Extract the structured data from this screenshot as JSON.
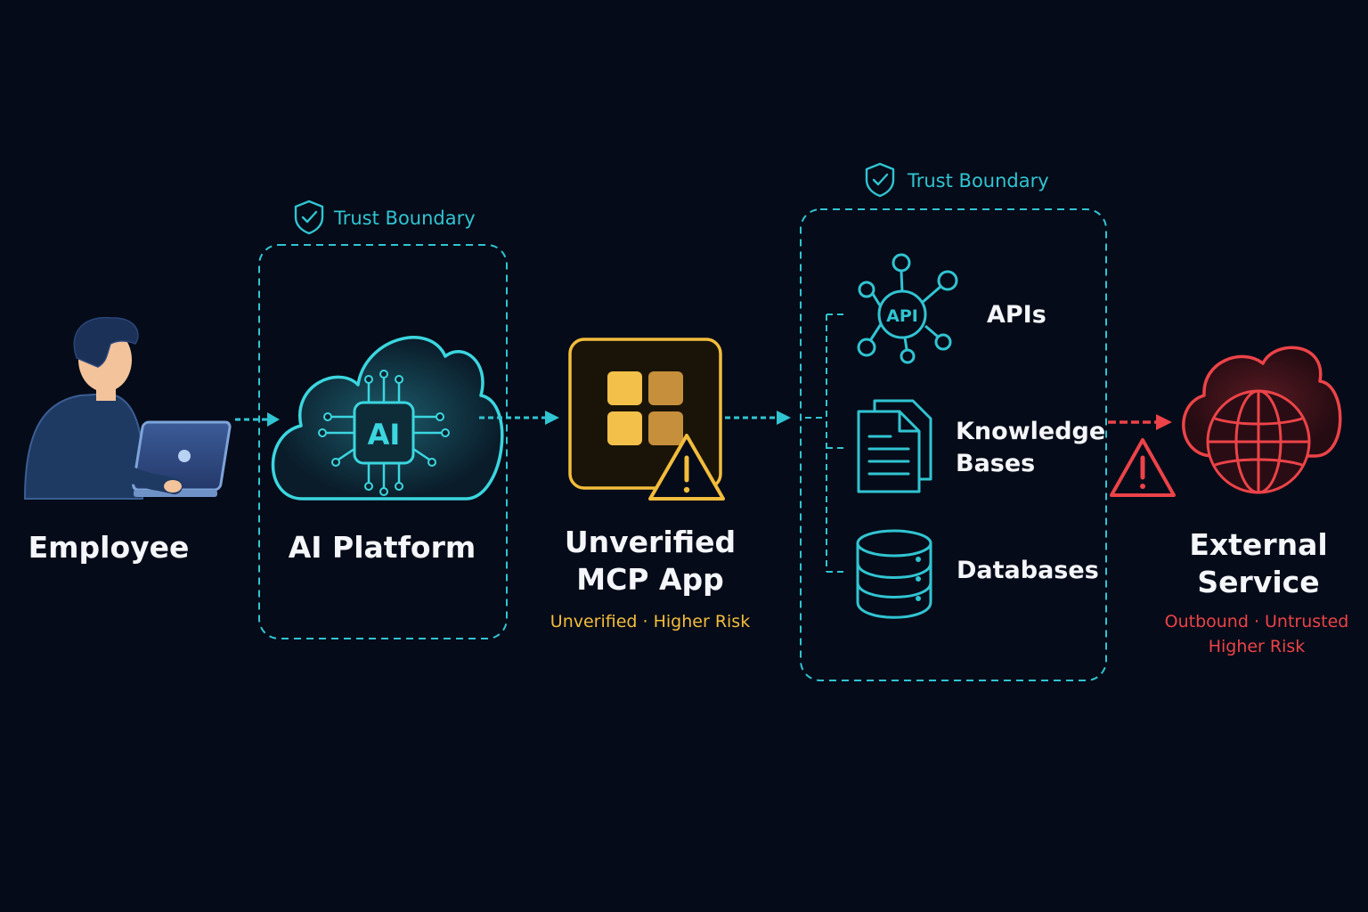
{
  "colors": {
    "background": "#050b18",
    "trust": "#31c4d2",
    "warning": "#f2bd3c",
    "danger": "#ec4348",
    "employee": "#1e3a63"
  },
  "trust_boundary_left": {
    "label": "Trust Boundary",
    "icon": "shield-check-icon"
  },
  "trust_boundary_right": {
    "label": "Trust Boundary",
    "icon": "shield-check-icon"
  },
  "nodes": {
    "employee": {
      "label": "Employee",
      "icon": "person-laptop-icon"
    },
    "ai_platform": {
      "label": "AI Platform",
      "icon": "ai-chip-cloud-icon",
      "chip_text": "AI"
    },
    "mcp_app": {
      "label_line1": "Unverified",
      "label_line2": "MCP App",
      "sublabel": "Unverified · Higher Risk",
      "icon": "app-grid-warning-icon"
    },
    "apis": {
      "label": "APIs",
      "icon": "api-network-icon",
      "badge_text": "API"
    },
    "knowledge_bases": {
      "label_line1": "Knowledge",
      "label_line2": "Bases",
      "icon": "documents-icon"
    },
    "databases": {
      "label": "Databases",
      "icon": "database-icon"
    },
    "external_service": {
      "label_line1": "External",
      "label_line2": "Service",
      "sublabel_line1": "Outbound · Untrusted",
      "sublabel_line2": "Higher Risk",
      "icon": "globe-cloud-icon"
    }
  },
  "edges": [
    {
      "from": "employee",
      "to": "ai_platform",
      "style": "trust"
    },
    {
      "from": "ai_platform",
      "to": "mcp_app",
      "style": "trust"
    },
    {
      "from": "mcp_app",
      "to": "trust_boundary_right",
      "style": "trust"
    },
    {
      "from": "trust_boundary_right",
      "to": "external_service",
      "style": "danger",
      "icon": "warning-icon"
    }
  ]
}
